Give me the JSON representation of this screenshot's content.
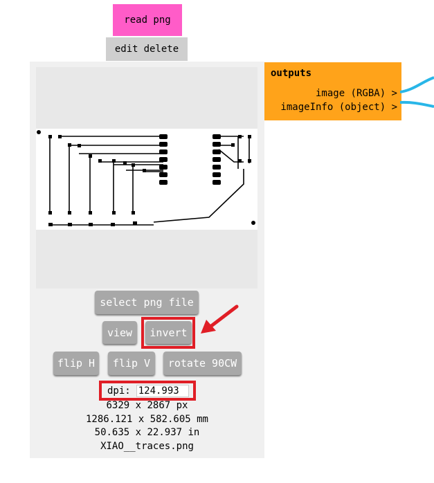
{
  "node": {
    "title": "read png",
    "edit_label": "edit",
    "delete_label": "delete"
  },
  "buttons": {
    "select_file": "select png file",
    "view": "view",
    "invert": "invert",
    "flip_h": "flip H",
    "flip_v": "flip V",
    "rotate": "rotate 90CW"
  },
  "dpi": {
    "label": "dpi:",
    "value": "124.993"
  },
  "info": {
    "pixels": "6329 x 2867 px",
    "mm": "1286.121 x 582.605 mm",
    "inches": "50.635 x 22.937 in",
    "filename": "XIAO__traces.png"
  },
  "outputs": {
    "header": "outputs",
    "ports": [
      {
        "label": "image (RGBA) >"
      },
      {
        "label": "imageInfo (object) >"
      }
    ]
  },
  "colors": {
    "title_bg": "#ff5cc8",
    "outputs_bg": "#ffa31a",
    "wire": "#29b6e8",
    "highlight": "#e01e26"
  }
}
